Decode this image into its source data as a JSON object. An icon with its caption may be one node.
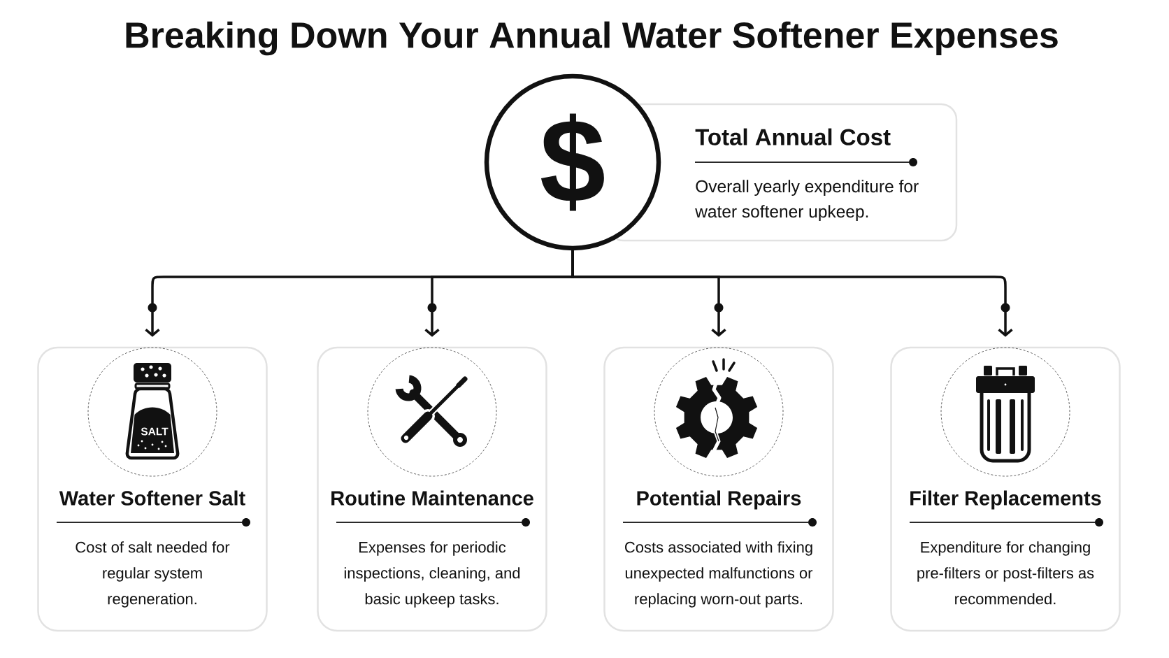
{
  "diagram": {
    "title": "Breaking Down Your Annual Water Softener Expenses",
    "nodes": [
      {
        "text": [
          "$"
        ]
      },
      {
        "text": [
          "Total Annual Cost",
          "Overall yearly expenditure for water softener upkeep."
        ]
      },
      {
        "text": [
          "Water Softener Salt",
          "Cost of salt needed for regular system regeneration."
        ]
      },
      {
        "text": [
          "Routine Maintenance",
          "Expenses for periodic inspections, cleaning, and basic upkeep tasks."
        ]
      },
      {
        "text": [
          "Potential Repairs",
          "Costs associated with fixing unexpected malfunctions or replacing worn-out parts."
        ]
      },
      {
        "text": [
          "Filter Replacements",
          "Expenditure for changing pre-filters or post-filters as recommended."
        ]
      }
    ],
    "edges": [
      {
        "from": 0,
        "to": 2,
        "arrow": "to"
      },
      {
        "from": 0,
        "to": 3,
        "arrow": "to"
      },
      {
        "from": 0,
        "to": 4,
        "arrow": "to"
      },
      {
        "from": 0,
        "to": 5,
        "arrow": "to"
      }
    ],
    "labels": [
      "SALT"
    ]
  }
}
